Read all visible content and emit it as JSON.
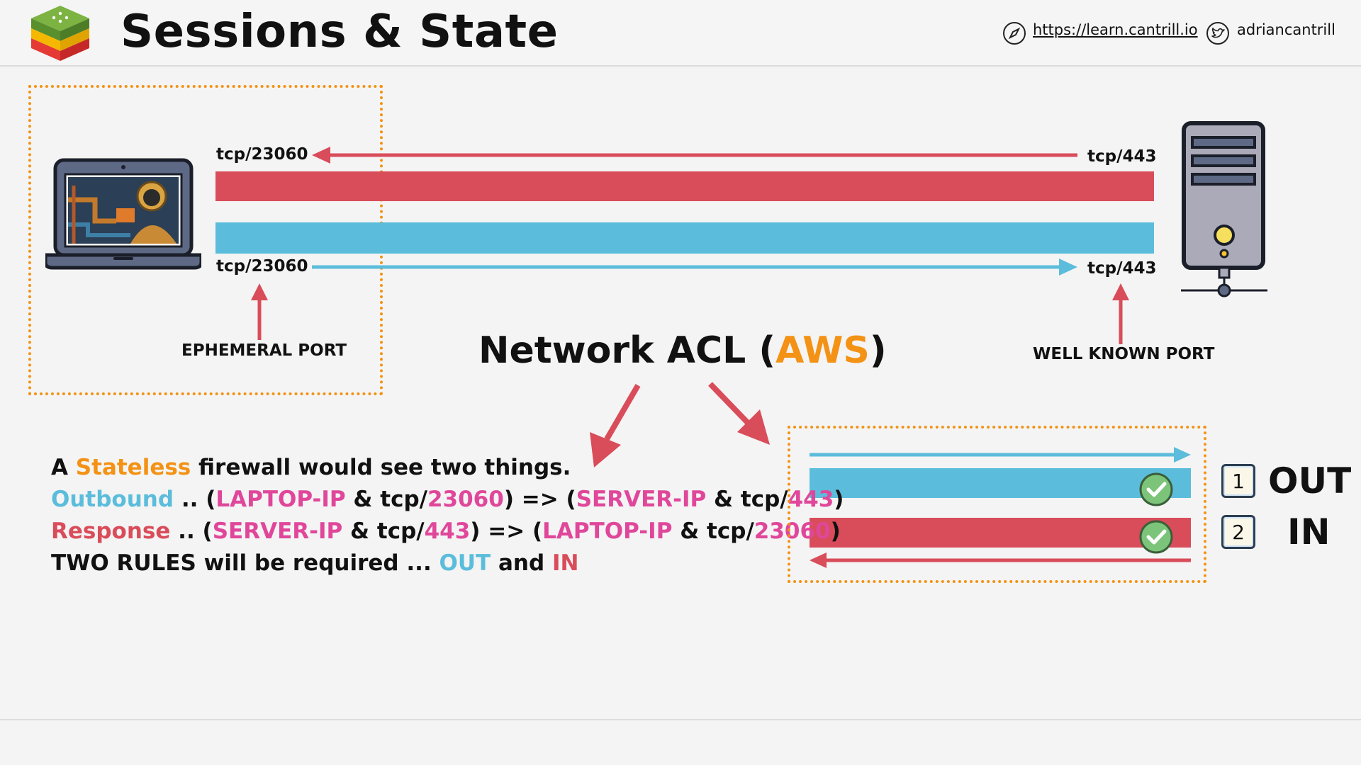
{
  "header": {
    "title": "Sessions & State",
    "website": "https://learn.cantrill.io",
    "twitter": "adriancantrill",
    "icons": {
      "logo": "layered-cube-logo",
      "website": "compass-icon",
      "twitter": "twitter-bird-icon"
    }
  },
  "diagram": {
    "laptop_port_top": "tcp/23060",
    "laptop_port_bottom": "tcp/23060",
    "server_port_top": "tcp/443",
    "server_port_bottom": "tcp/443",
    "ephemeral_label": "EPHEMERAL PORT",
    "well_known_label": "WELL KNOWN PORT",
    "acl_title_prefix": "Network ACL (",
    "acl_title_highlight": "AWS",
    "acl_title_suffix": ")",
    "colors": {
      "response": "#d94c5a",
      "outbound": "#5bbddb",
      "highlight": "#f39214",
      "accent": "#e0479a"
    }
  },
  "explanation": {
    "line1": {
      "a": "A ",
      "stateless": "Stateless",
      "rest": " firewall would see two things."
    },
    "line2": {
      "label": "Outbound",
      "p1": " .. (",
      "laptop_ip": "LAPTOP-IP",
      "p2": " & tcp/",
      "port1": "23060",
      "p3": ") => (",
      "server_ip": "SERVER-IP",
      "p4": " & tcp/",
      "port2": "443",
      "p5": ")"
    },
    "line3": {
      "label": "Response",
      "p1": " .. (",
      "server_ip": "SERVER-IP",
      "p2": " & tcp/",
      "port1": "443",
      "p3": ") => (",
      "laptop_ip": "LAPTOP-IP",
      "p4": " & tcp/",
      "port2": "23060",
      "p5": ")"
    },
    "line4": {
      "a": "TWO RULES will be required ... ",
      "out": "OUT",
      "and": " and ",
      "in": "IN"
    }
  },
  "rules": [
    {
      "number": "1",
      "label": "OUT"
    },
    {
      "number": "2",
      "label": "IN"
    }
  ]
}
